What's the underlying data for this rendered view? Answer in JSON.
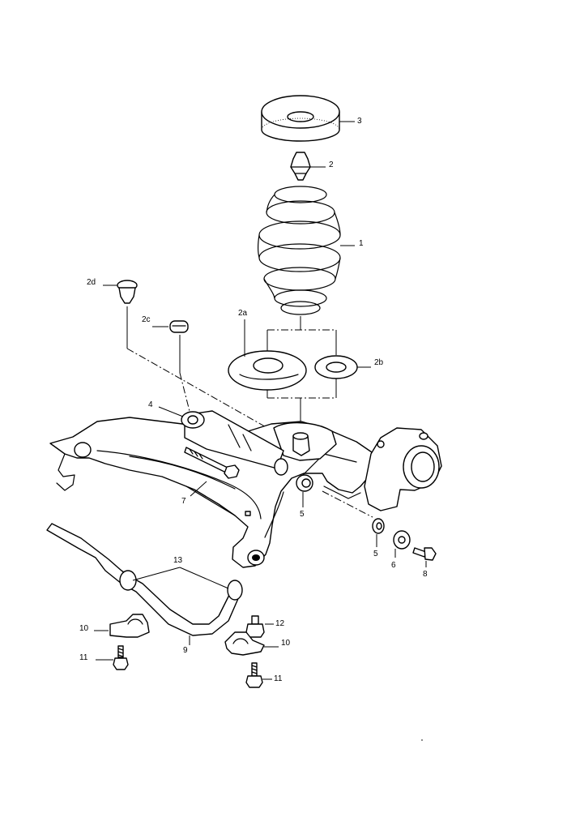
{
  "labels": {
    "p3": "3",
    "p2": "2",
    "p1": "1",
    "p2d": "2d",
    "p2c": "2c",
    "p2a": "2a",
    "p2b": "2b",
    "p4": "4",
    "p7": "7",
    "p5a": "5",
    "p5b": "5",
    "p6": "6",
    "p8": "8",
    "p13": "13",
    "p10a": "10",
    "p12": "12",
    "p10b": "10",
    "p9": "9",
    "p11a": "11",
    "p11b": "11"
  }
}
